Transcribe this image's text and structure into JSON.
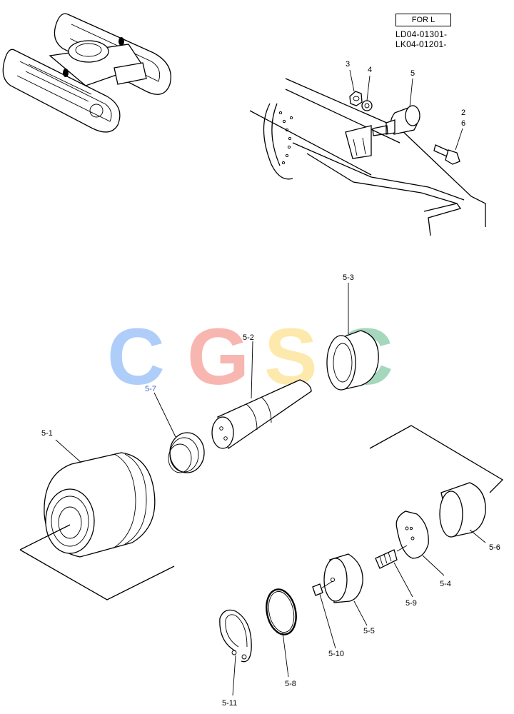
{
  "header": {
    "for_label": "FOR L",
    "serials": [
      "LD04-01301-",
      "LK04-01201-"
    ]
  },
  "watermark": {
    "letters": [
      "C",
      "G",
      "S",
      "C"
    ],
    "colors": [
      "#6ea6f5",
      "#f47c73",
      "#fcd86a",
      "#5bb887"
    ]
  },
  "callouts": {
    "p2": "2",
    "p3": "3",
    "p4": "4",
    "p5": "5",
    "p6": "6",
    "p5_1": "5-1",
    "p5_2": "5-2",
    "p5_3": "5-3",
    "p5_4": "5-4",
    "p5_5": "5-5",
    "p5_6": "5-6",
    "p5_7": "5-7",
    "p5_8": "5-8",
    "p5_9": "5-9",
    "p5_10": "5-10",
    "p5_11": "5-11"
  },
  "colors": {
    "highlight_label": "#3a5fd0",
    "line": "#000000"
  }
}
